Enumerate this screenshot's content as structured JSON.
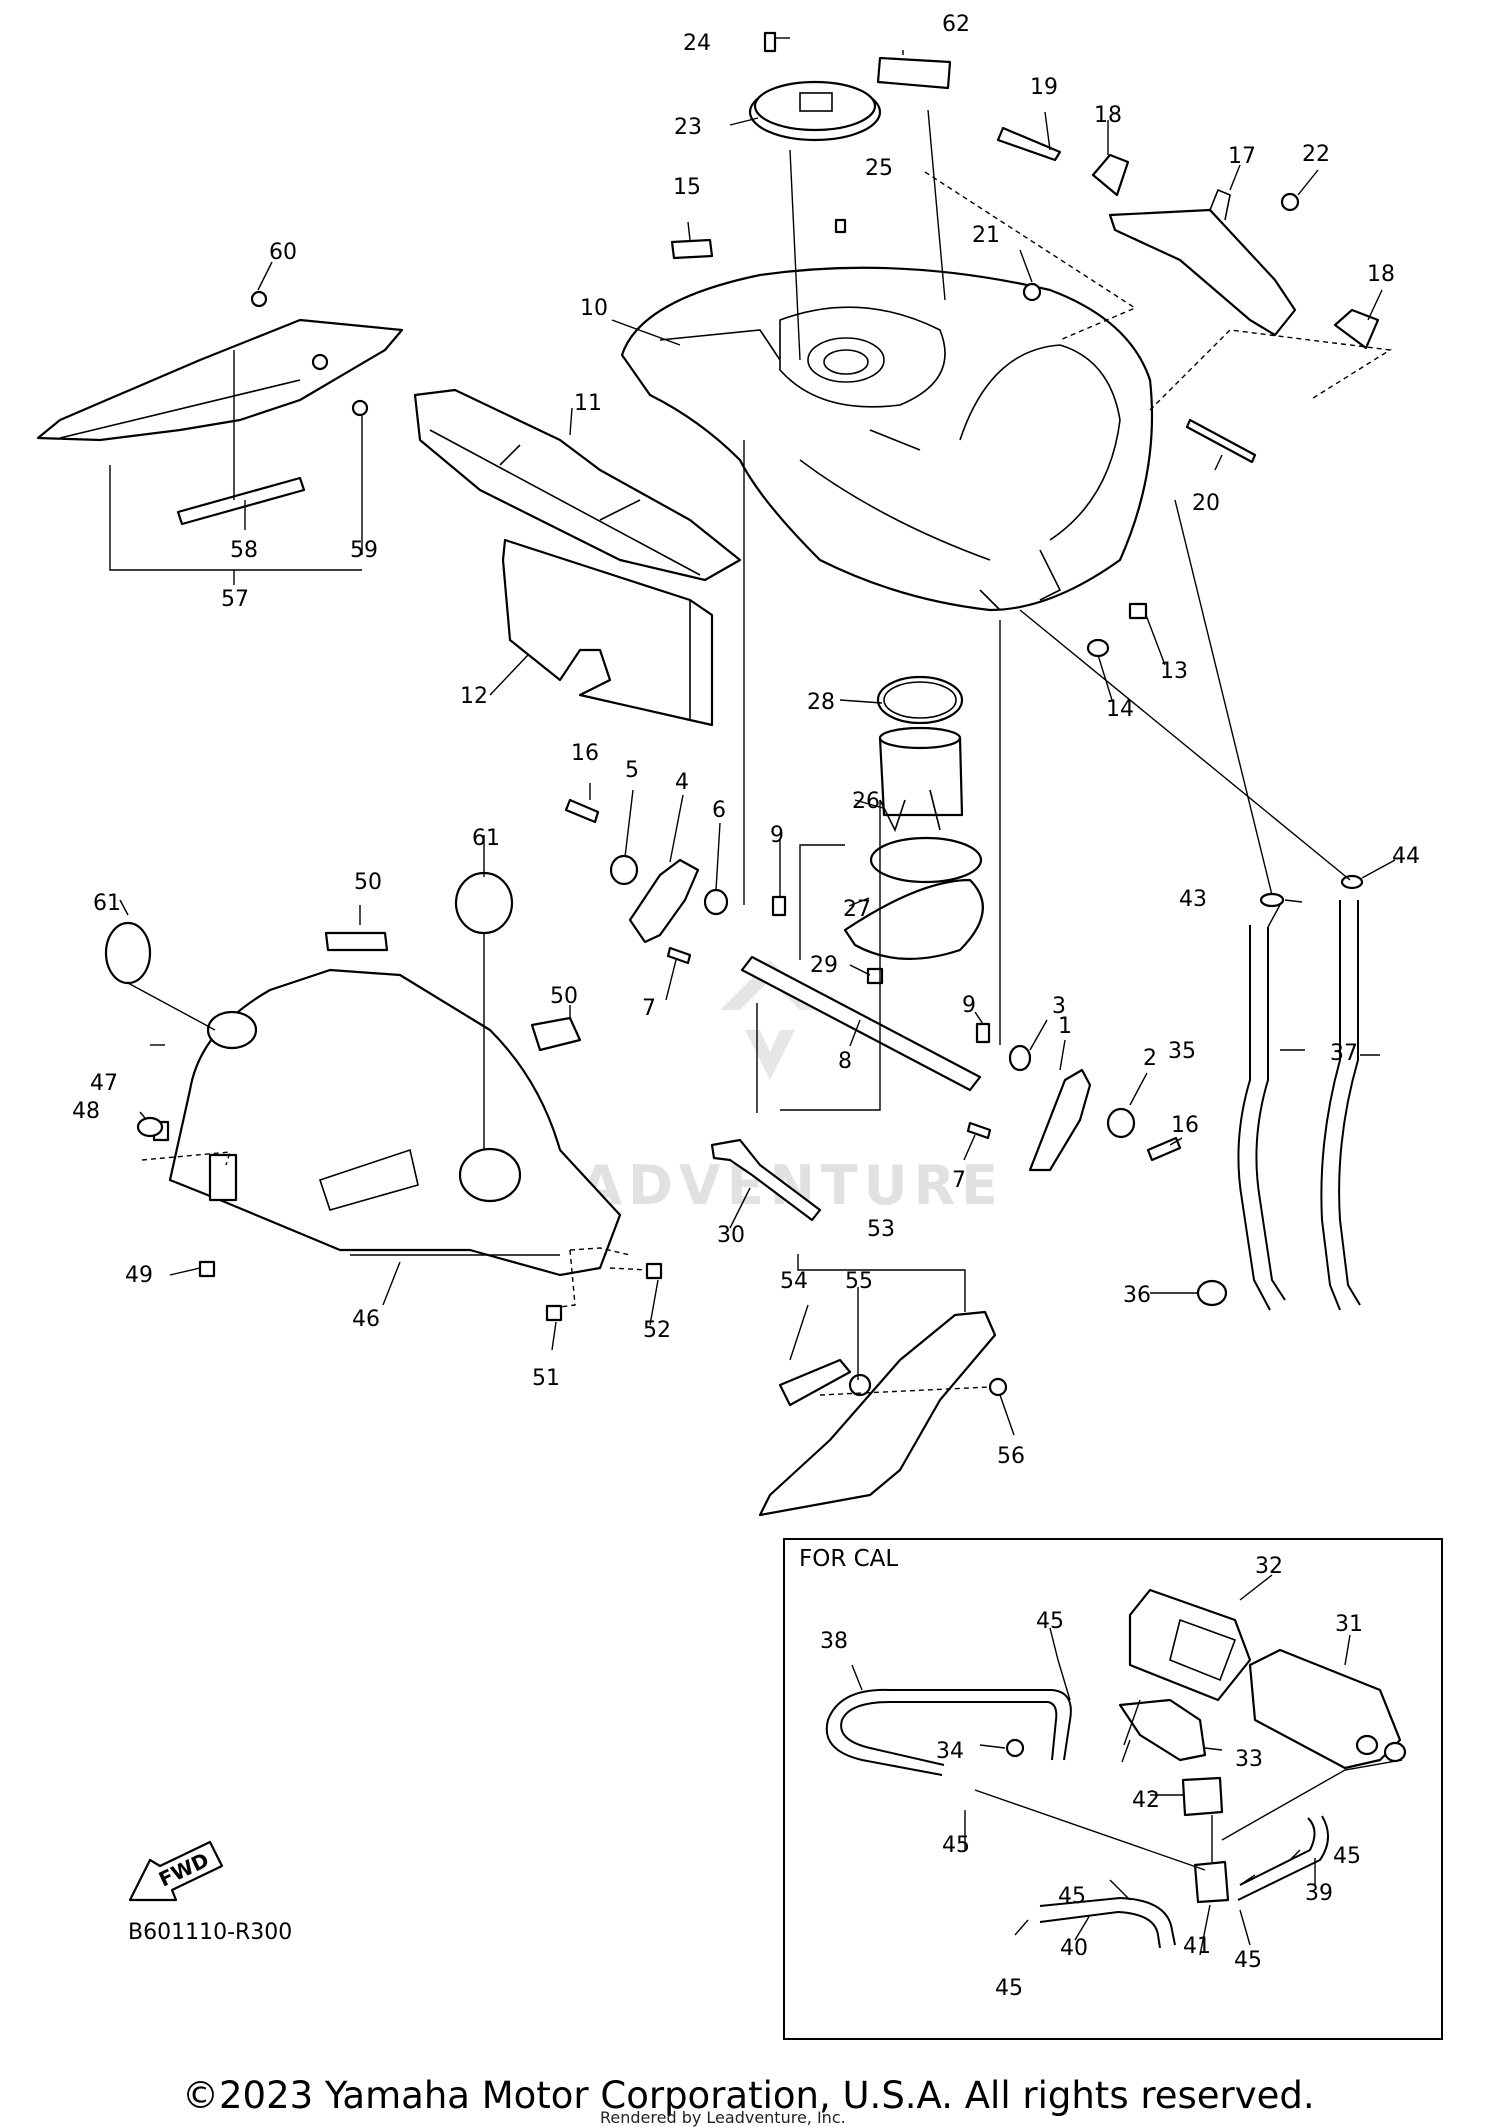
{
  "diagram": {
    "inset_title": "FOR CAL",
    "reference_code": "B601110-R300",
    "fwd_arrow_label": "FWD",
    "copyright": "©2023 Yamaha Motor Corporation, U.S.A. All rights reserved.",
    "rendered_by": "Rendered by Leadventure, Inc.",
    "watermark": "LEADVENTURE",
    "callouts": [
      "1",
      "2",
      "3",
      "4",
      "5",
      "6",
      "7",
      "7",
      "8",
      "9",
      "9",
      "10",
      "11",
      "12",
      "13",
      "14",
      "15",
      "16",
      "16",
      "17",
      "18",
      "18",
      "19",
      "20",
      "21",
      "22",
      "23",
      "24",
      "25",
      "26",
      "27",
      "28",
      "29",
      "30",
      "31",
      "32",
      "33",
      "34",
      "35",
      "36",
      "37",
      "38",
      "39",
      "40",
      "41",
      "42",
      "43",
      "44",
      "45",
      "45",
      "45",
      "45",
      "45",
      "45",
      "46",
      "47",
      "48",
      "49",
      "50",
      "50",
      "51",
      "52",
      "53",
      "54",
      "55",
      "56",
      "57",
      "58",
      "59",
      "60",
      "61",
      "61",
      "62"
    ]
  }
}
